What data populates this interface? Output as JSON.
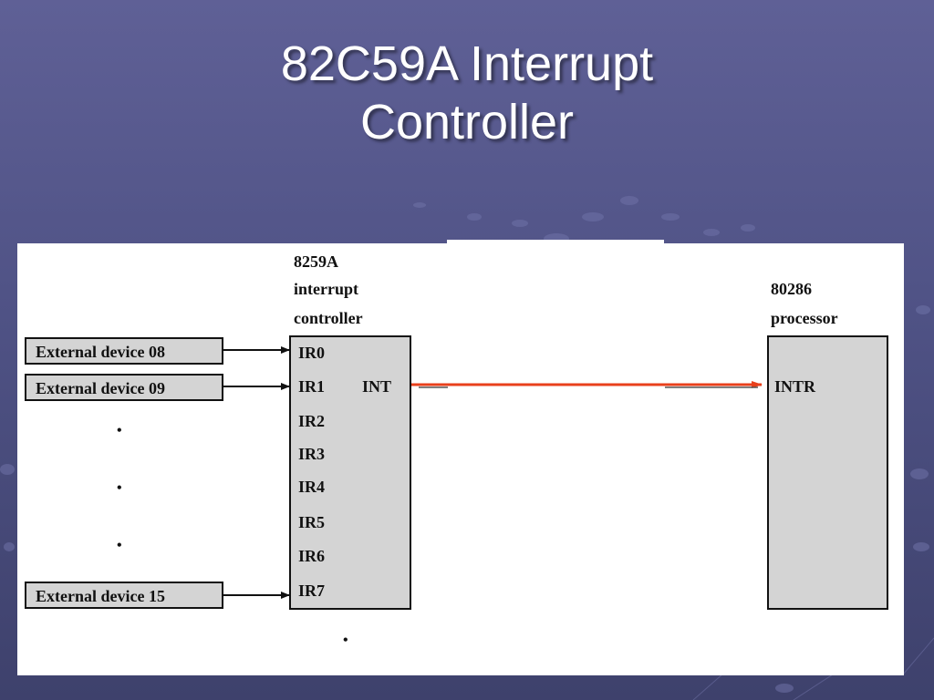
{
  "slide": {
    "title_line1": "82C59A Interrupt",
    "title_line2": "Controller"
  },
  "colors": {
    "background": "#555889",
    "box_fill": "#d4d4d4",
    "int_line": "#e8401c",
    "text": "#111111"
  },
  "diagram": {
    "controller_label": [
      "8259A",
      "interrupt",
      "controller"
    ],
    "processor_label": [
      "80286",
      "processor"
    ],
    "devices": [
      "External device 08",
      "External device 09",
      "External device 15"
    ],
    "ir_pins": [
      "IR0",
      "IR1",
      "IR2",
      "IR3",
      "IR4",
      "IR5",
      "IR6",
      "IR7"
    ],
    "int_pin": "INT",
    "intr_pin": "INTR",
    "ellipsis_dot": "•"
  }
}
